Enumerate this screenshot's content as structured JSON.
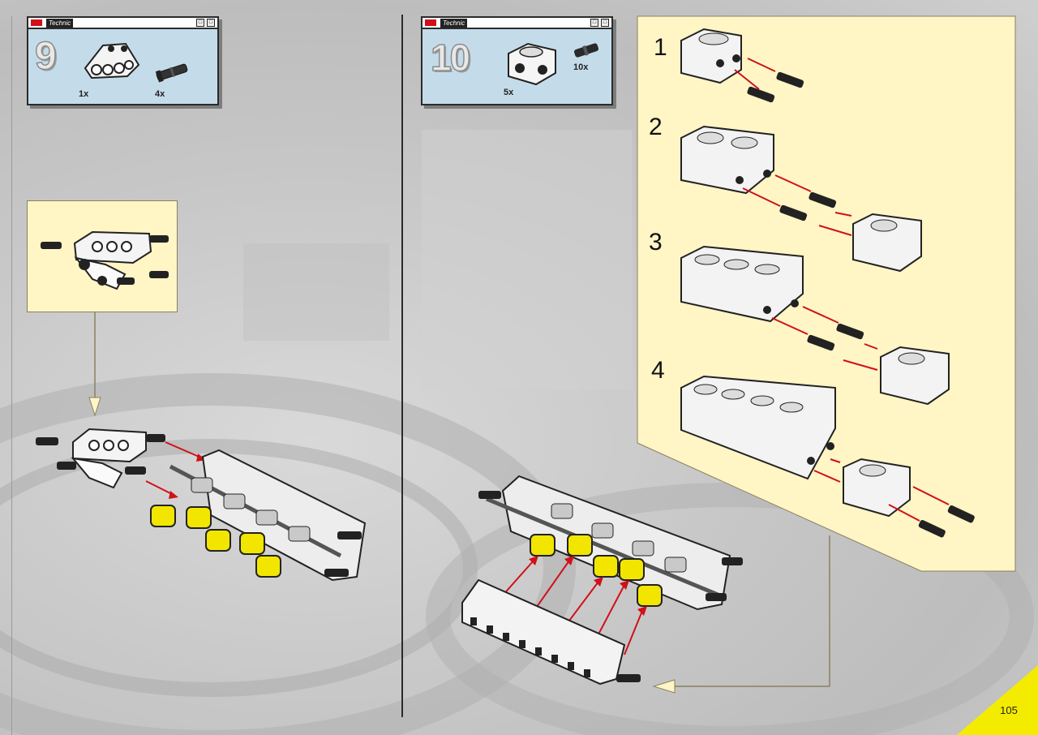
{
  "step9": {
    "window_title": "Technic",
    "step_number": "9",
    "parts": [
      {
        "name": "liftarm-triangle-part",
        "qty": "1x"
      },
      {
        "name": "axle-pin-part",
        "qty": "4x"
      }
    ]
  },
  "step10": {
    "window_title": "Technic",
    "step_number": "10",
    "parts": [
      {
        "name": "engine-block-part",
        "qty": "5x"
      },
      {
        "name": "friction-pin-part",
        "qty": "10x"
      }
    ],
    "sub_steps": [
      "1",
      "2",
      "3",
      "4"
    ]
  },
  "page_number": "105",
  "colors": {
    "parts_window_bg": "#c4dcea",
    "sub_panel_bg": "#fff5c5",
    "arrow": "#d0101a",
    "piston": "#f2e600",
    "page_corner": "#f4ec00"
  }
}
